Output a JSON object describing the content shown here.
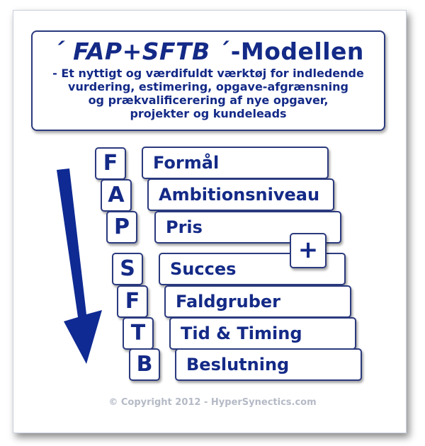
{
  "title": {
    "prefix": "´",
    "model_name": "FAP+SFTB",
    "suffix": "´-Modellen"
  },
  "subtitle": "- Et nyttigt og værdifuldt værktøj for indledende\nvurdering, estimering, opgave-afgrænsning\nog prækvalificerering af nye opgaver,\nprojekter og kundeleads",
  "steps": [
    {
      "letter": "F",
      "label": "Formål"
    },
    {
      "letter": "A",
      "label": "Ambitionsniveau"
    },
    {
      "letter": "P",
      "label": "Pris"
    },
    {
      "letter": "S",
      "label": "Succes"
    },
    {
      "letter": "F",
      "label": "Faldgruber"
    },
    {
      "letter": "T",
      "label": "Tid & Timing"
    },
    {
      "letter": "B",
      "label": "Beslutning"
    }
  ],
  "plus_sign": "+",
  "copyright": "© Copyright 2012 - HyperSynectics.com",
  "colors": {
    "primary": "#142a87",
    "border": "#2b3a7e",
    "copyright": "#b5bac6"
  },
  "icons": {
    "flow_arrow": "down-arrow-icon"
  }
}
